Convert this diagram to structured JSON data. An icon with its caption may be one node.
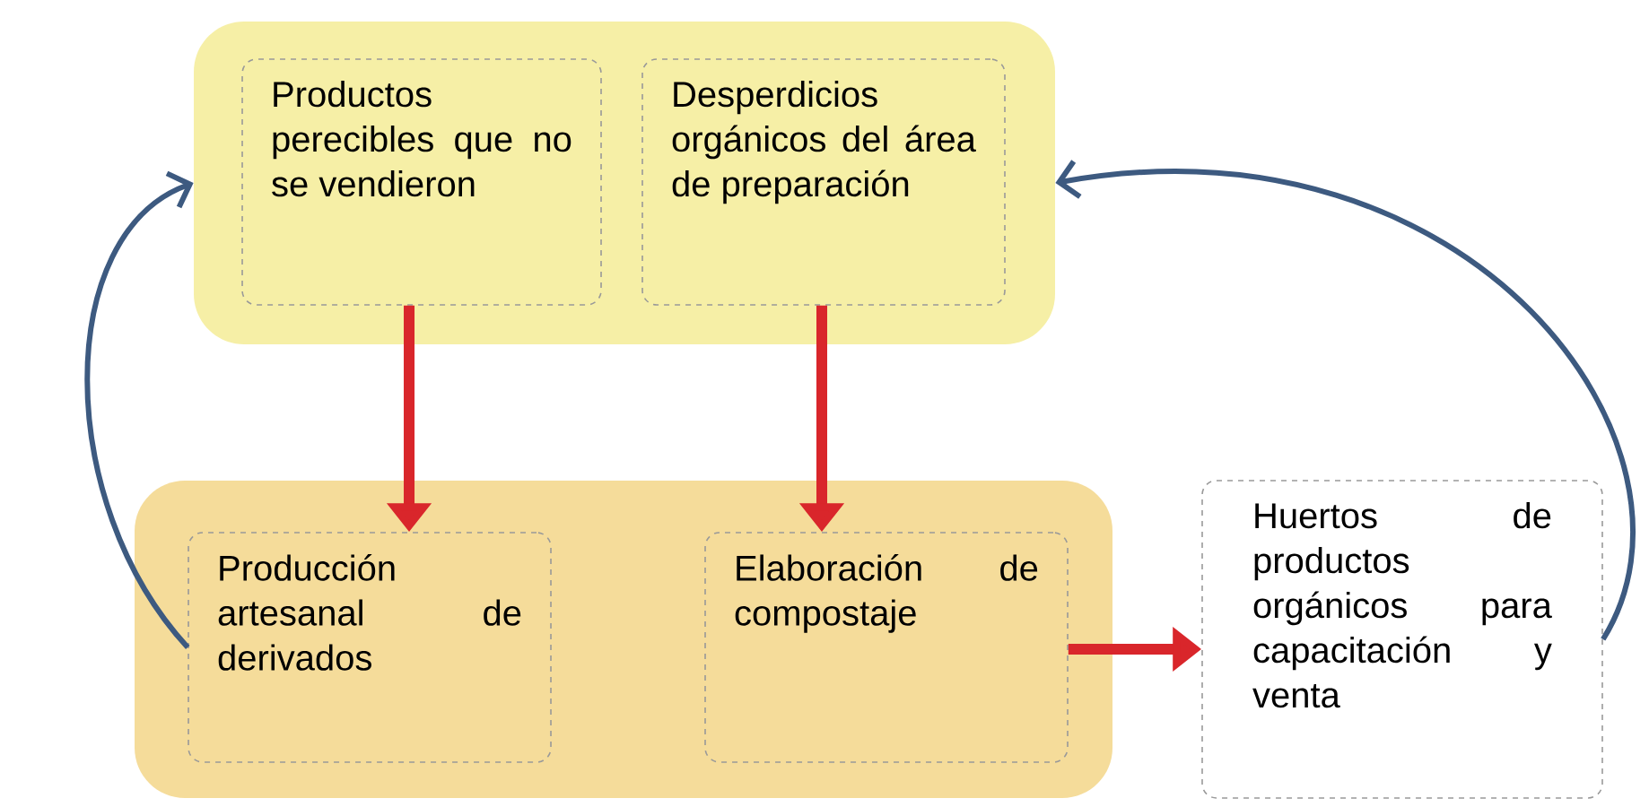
{
  "diagram": {
    "nodes": [
      {
        "text": [],
        "shape": "box"
      },
      {
        "text": [
          "Productos perecibles que no se vendieron"
        ],
        "in": 0
      },
      {
        "text": [
          "Desperdicios orgánicos del área de preparación"
        ],
        "in": 0
      },
      {
        "text": [],
        "shape": "box"
      },
      {
        "text": [
          "Producción artesanal de derivados"
        ],
        "in": 3
      },
      {
        "text": [
          "Elaboración de compostaje"
        ],
        "in": 3
      },
      {
        "text": [
          "Huertos de productos orgánicos para capacitación y venta"
        ]
      }
    ],
    "edges": [
      {
        "from": 1,
        "to": 4,
        "arrow": "to"
      },
      {
        "from": 2,
        "to": 5,
        "arrow": "to"
      },
      {
        "from": 5,
        "to": 6,
        "arrow": "to"
      },
      {
        "from": 4,
        "to": 0,
        "arrow": "to",
        "color": "#3d5a80"
      },
      {
        "from": 6,
        "to": 0,
        "arrow": "to",
        "color": "#3d5a80"
      }
    ]
  }
}
